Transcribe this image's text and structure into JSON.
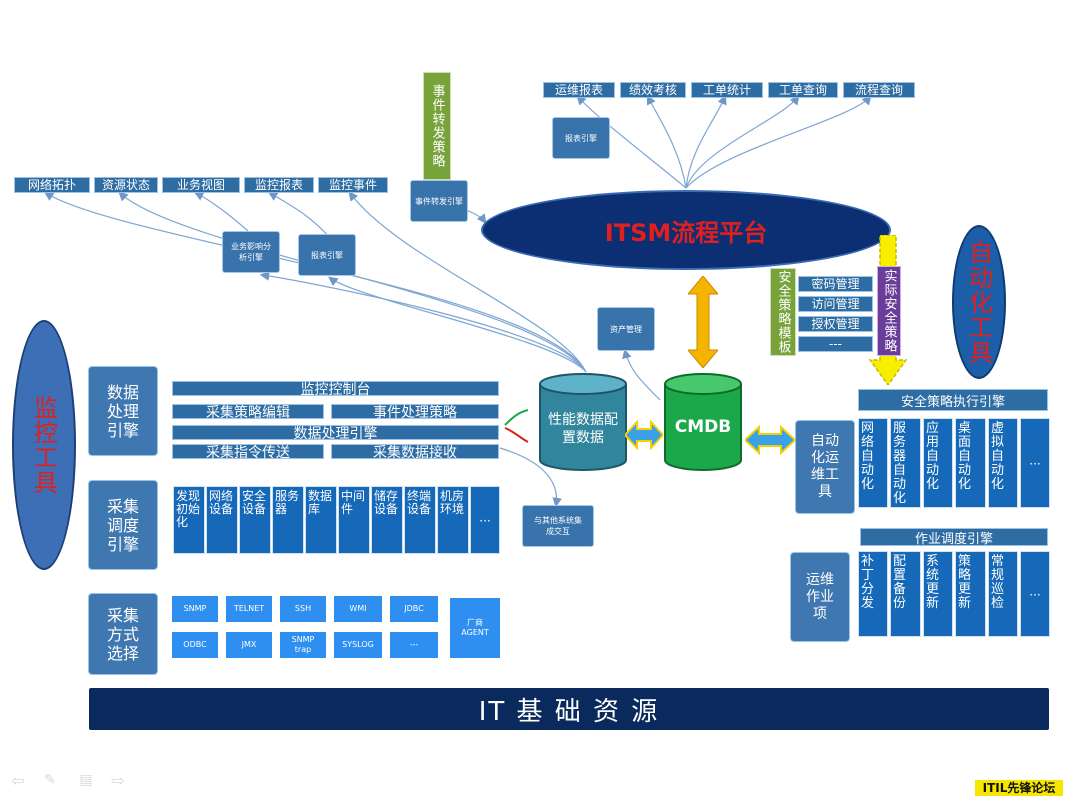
{
  "itsm_title": "ITSM流程平台",
  "top_items": [
    "运维报表",
    "绩效考核",
    "工单统计",
    "工单查询",
    "流程查询"
  ],
  "report_engine_top": "报表引擎",
  "event_policy_label": "事件转发策略",
  "event_engine": "事件转发引擎",
  "left_top_items": [
    "网络拓扑",
    "资源状态",
    "业务视图",
    "监控报表",
    "监控事件"
  ],
  "impact_engine": "业务影响分析引擎",
  "report_engine_left": "报表引擎",
  "asset_mgmt": "资产管理",
  "monitor_tools": "监控工具",
  "automation_tools": "自动化工具",
  "data_engine": "数据处理引擎",
  "collect_engine": "采集调度引擎",
  "collect_method": "采集方式选择",
  "console": "监控控制台",
  "bars_row1": [
    "采集策略编辑",
    "事件处理策略"
  ],
  "data_processing": "数据处理引擎",
  "bars_row3": [
    "采集指令传送",
    "采集数据接收"
  ],
  "collect_items": [
    "发现初始化",
    "网络设备",
    "安全设备",
    "服务器",
    "数据库",
    "中间件",
    "储存设备",
    "终端设备",
    "机房环境",
    "···"
  ],
  "methods": [
    "SNMP",
    "TELNET",
    "SSH",
    "WMI",
    "JDBC",
    "ODBC",
    "JMX",
    "SNMP trap",
    "SYSLOG",
    "---"
  ],
  "vendor_agent": "厂商AGENT",
  "other_system": "与其他系统集成交互",
  "perf_db": "性能数据配置数据",
  "cmdb": "CMDB",
  "security_template": "安全策略模板",
  "security_items": [
    "密码管理",
    "访问管理",
    "授权管理",
    "---"
  ],
  "actual_policy": "实际安全策略",
  "security_engine": "安全策略执行引擎",
  "auto_ops_tool": "自动化运维工具",
  "auto_items": [
    "网络自动化",
    "服务器自动化",
    "应用自动化",
    "桌面自动化",
    "虚拟自动化",
    "···"
  ],
  "job_engine": "作业调度引擎",
  "ops_items_label": "运维作业项",
  "ops_items": [
    "补丁分发",
    "配置备份",
    "系统更新",
    "策略更新",
    "常规巡检",
    "···"
  ],
  "it_base": "IT 基 础 资 源",
  "footer": "ITIL先锋论坛",
  "colors": {
    "navy": "#0a2a5e",
    "blue": "#2e6da4",
    "teal": "#31859c",
    "green": "#1aa84a",
    "olive": "#77a33a",
    "purple": "#6a3d9a",
    "yellow": "#f5d000",
    "red": "#d81e1e"
  }
}
